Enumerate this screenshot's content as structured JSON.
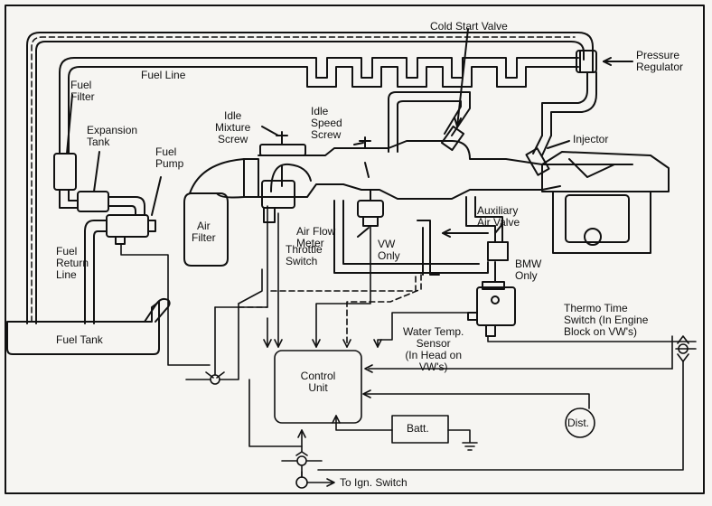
{
  "labels": {
    "cold_start_valve": "Cold Start Valve",
    "pressure_regulator": "Pressure\nRegulator",
    "fuel_line": "Fuel Line",
    "fuel_filter": "Fuel\nFilter",
    "expansion_tank": "Expansion\nTank",
    "fuel_pump": "Fuel\nPump",
    "idle_mixture_screw": "Idle\nMixture\nScrew",
    "idle_speed_screw": "Idle\nSpeed\nScrew",
    "injector": "Injector",
    "air_filter": "Air\nFilter",
    "air_flow_meter": "Air Flow\nMeter",
    "auxiliary_air_valve": "Auxiliary\nAir Valve",
    "vw_only": "VW\nOnly",
    "bmw_only": "BMW\nOnly",
    "fuel_return_line": "Fuel\nReturn\nLine",
    "throttle_switch": "Throttle\nSwitch",
    "thermo_time_switch": "Thermo Time\nSwitch (In Engine\nBlock on VW's)",
    "water_temp_sensor": "Water Temp.\nSensor\n(In Head on\nVW's)",
    "fuel_tank": "Fuel Tank",
    "control_unit": "Control\nUnit",
    "batt": "Batt.",
    "dist": "Dist.",
    "to_ign_switch": "To Ign. Switch"
  }
}
